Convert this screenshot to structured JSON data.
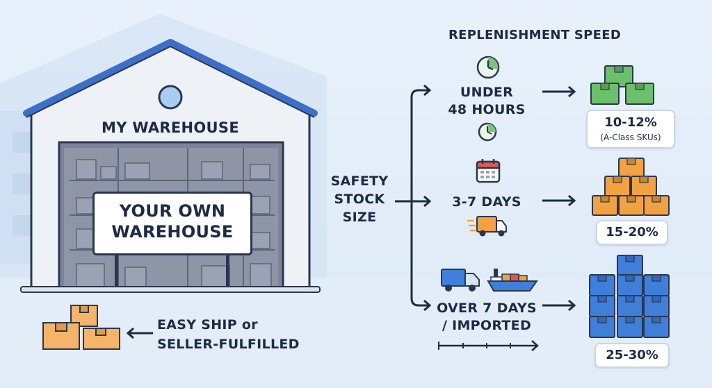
{
  "warehouse": {
    "title": "MY WAREHOUSE",
    "sign_line1": "YOUR OWN",
    "sign_line2": "WAREHOUSE"
  },
  "easy_ship": {
    "line1": "EASY SHIP or",
    "line2": "SELLER-FULFILLED"
  },
  "heading": "REPLENISHMENT SPEED",
  "safety_stock": {
    "line1": "SAFETY",
    "line2": "STOCK",
    "line3": "SIZE"
  },
  "rows": [
    {
      "speed_line1": "UNDER",
      "speed_line2": "48 HOURS",
      "value": "10-12%",
      "note": "(A-Class SKUs)",
      "color": "#6cc06c"
    },
    {
      "speed_line1": "3-7 DAYS",
      "value": "15-20%",
      "color": "#f2a240"
    },
    {
      "speed_line1": "OVER 7 DAYS",
      "speed_line2": "/ IMPORTED",
      "value": "25-30%",
      "color": "#3f7fd9"
    }
  ],
  "icons": [
    "clock-icon",
    "clock-small-icon",
    "calendar-icon",
    "delivery-van-icon",
    "truck-icon",
    "cargo-ship-icon",
    "timeline-icon",
    "stacked-boxes-icon"
  ]
}
